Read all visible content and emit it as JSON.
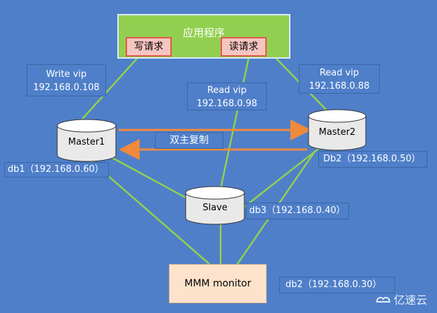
{
  "app": {
    "title": "应用程序",
    "write_request": "写请求",
    "read_request": "读请求"
  },
  "vips": {
    "write": {
      "label": "Write vip",
      "ip": "192.168.0.108"
    },
    "read_center": {
      "label": "Read vip",
      "ip": "192.168.0.98"
    },
    "read_right": {
      "label": "Read vip",
      "ip": "192.168.0.88"
    }
  },
  "nodes": {
    "master1": "Master1",
    "master2": "Master2",
    "slave": "Slave",
    "monitor": "MMM monitor"
  },
  "hosts": {
    "db1": "db1（192.168.0.60）",
    "db2_master": "Db2（192.168.0.50）",
    "db3": "db3（192.168.0.40）",
    "db2_monitor": "db2（192.168.0.30）"
  },
  "replication_label": "双主复制",
  "watermark": "亿速云",
  "colors": {
    "background": "#4f7fc9",
    "app_box": "#92cf50",
    "links": "#92cf50",
    "arrows": "#f08a3c",
    "monitor_box": "#fde3cb",
    "request_box": "#f7c5c0"
  }
}
